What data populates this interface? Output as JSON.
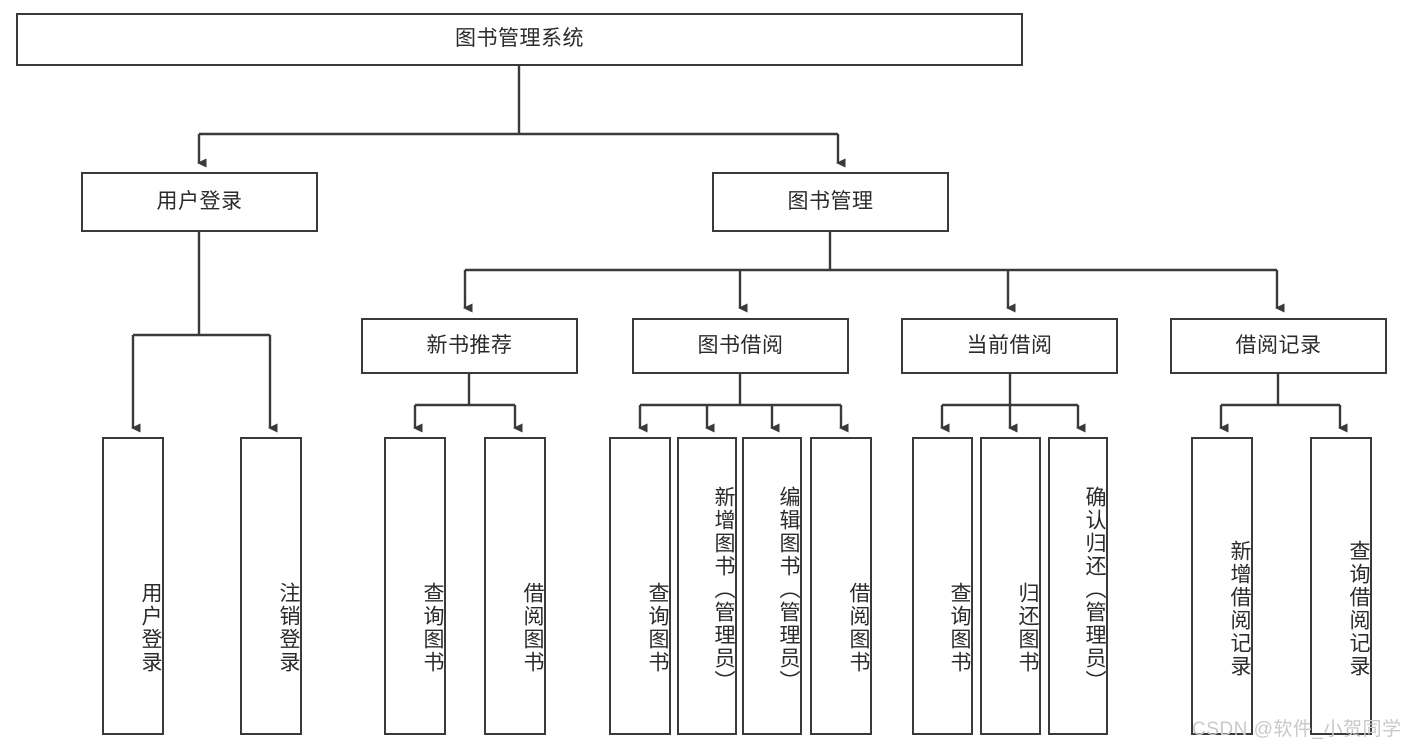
{
  "diagram": {
    "title": "图书管理系统",
    "type": "tree-hierarchy-chart",
    "root": {
      "label": "图书管理系统"
    },
    "level1": [
      {
        "label": "用户登录"
      },
      {
        "label": "图书管理"
      }
    ],
    "level2": [
      {
        "label": "新书推荐"
      },
      {
        "label": "图书借阅"
      },
      {
        "label": "当前借阅"
      },
      {
        "label": "借阅记录"
      }
    ],
    "leaves": {
      "user_login": [
        {
          "label": "用户登录"
        },
        {
          "label": "注销登录"
        }
      ],
      "new_book_recommend": [
        {
          "label": "查询图书"
        },
        {
          "label": "借阅图书"
        }
      ],
      "book_borrow": [
        {
          "label": "查询图书"
        },
        {
          "label": "新增图书（管理员）"
        },
        {
          "label": "编辑图书（管理员）"
        },
        {
          "label": "借阅图书"
        }
      ],
      "current_borrow": [
        {
          "label": "查询图书"
        },
        {
          "label": "归还图书"
        },
        {
          "label": "确认归还（管理员）"
        }
      ],
      "borrow_record": [
        {
          "label": "新增借阅记录"
        },
        {
          "label": "查询借阅记录"
        }
      ]
    }
  },
  "watermark": {
    "text": "CSDN @软件_小贺同学"
  },
  "colors": {
    "border": "#3a3a3a",
    "text": "#2b2b2b",
    "background": "#ffffff",
    "watermark": "#c9c9c9"
  }
}
